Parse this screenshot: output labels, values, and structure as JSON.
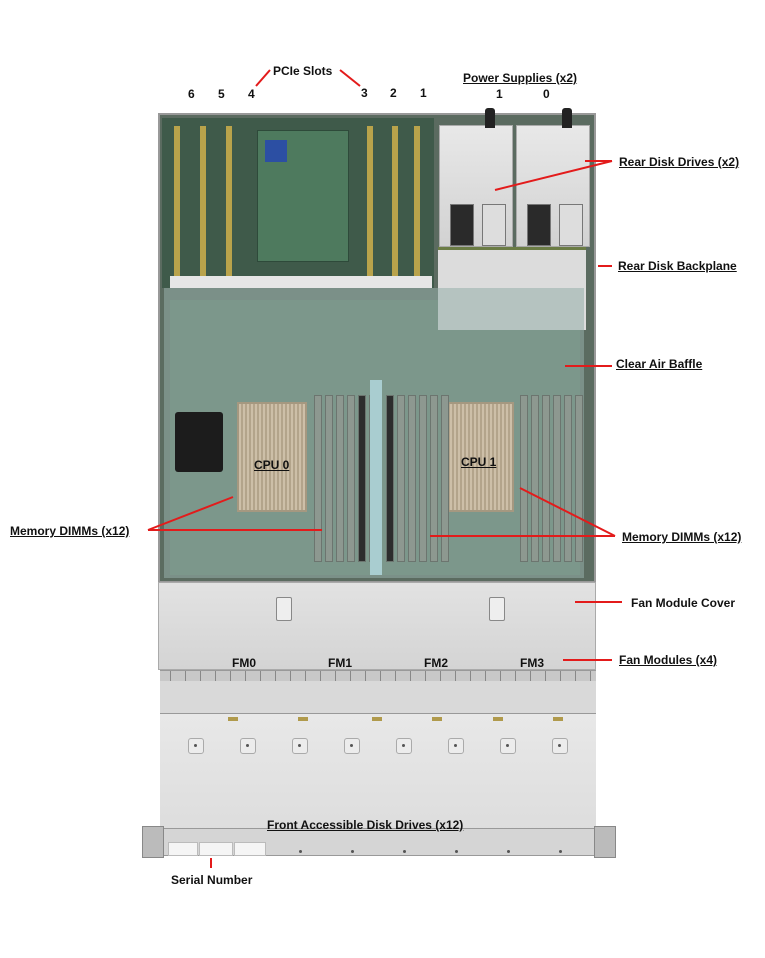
{
  "diagram": {
    "subject": "Server top view with component callouts",
    "accent_color": "#e31b1b",
    "pcie": {
      "title": "PCIe Slots",
      "slot_numbers_left": [
        "6",
        "5",
        "4"
      ],
      "slot_numbers_right": [
        "3",
        "2",
        "1"
      ]
    },
    "power_supplies": {
      "title": "Power Supplies (x2)",
      "numbers": [
        "1",
        "0"
      ]
    },
    "callouts_right": [
      {
        "label": "Rear Disk Drives (x2)",
        "underline": true
      },
      {
        "label": "Rear Disk Backplane",
        "underline": true
      },
      {
        "label": "Clear Air Baffle",
        "underline": true
      },
      {
        "label": "Memory DIMMs (x12)",
        "underline": true
      },
      {
        "label": "Fan Module Cover",
        "underline": false
      },
      {
        "label": "Fan Modules (x4)",
        "underline": true
      }
    ],
    "callouts_left": [
      {
        "label": "Memory DIMMs (x12)",
        "underline": true
      }
    ],
    "cpus": [
      "CPU 0",
      "CPU 1"
    ],
    "fan_modules": [
      "FM0",
      "FM1",
      "FM2",
      "FM3"
    ],
    "front_drives": {
      "label": "Front Accessible Disk Drives (x12)"
    },
    "serial_number": {
      "label": "Serial Number"
    }
  }
}
